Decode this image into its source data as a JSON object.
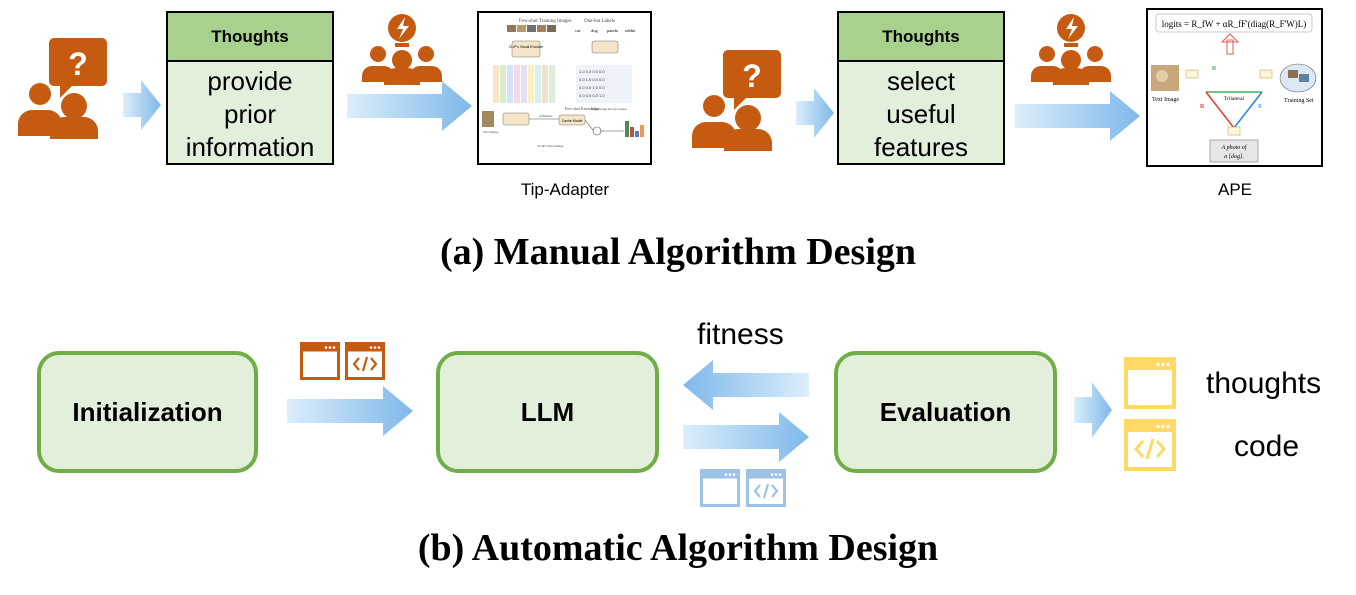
{
  "section_a": {
    "title": "(a) Manual Algorithm Design",
    "thought_box_1": {
      "header": "Thoughts",
      "body": "provide\nprior\ninformation"
    },
    "thought_box_2": {
      "header": "Thoughts",
      "body": "select\nuseful\nfeatures"
    },
    "paper_1": {
      "caption": "Tip-Adapter",
      "texts": [
        "Few-shot Training Images",
        "One-hot Labels",
        "cat",
        "dog",
        "panda",
        "rabbit",
        "CLIP's Visual Encoder",
        "Train",
        "Few-shot Knowledge",
        "Test Image",
        "Affinities",
        "Cache Model",
        "Knowledge Incorporation",
        "CLIP's Textual Encoder",
        "CLIP's Knowledge",
        "Classification"
      ]
    },
    "paper_2": {
      "caption": "APE",
      "formula": "logits = R_fW + αR_fF'(diag(R_F'W)L)",
      "texts": [
        "Text Image",
        "Training Set",
        "Trilateral",
        "A photo of",
        "a [dog]."
      ]
    }
  },
  "section_b": {
    "title": "(b) Automatic Algorithm Design",
    "boxes": {
      "initialization": "Initialization",
      "llm": "LLM",
      "evaluation": "Evaluation"
    },
    "fitness_label": "fitness",
    "legend": {
      "thoughts": "thoughts",
      "code": "code"
    }
  },
  "colors": {
    "person_orange": "#c55a11",
    "arrow_blue": "#9dc3e6",
    "box_green_border": "#70ad47",
    "box_green_fill": "#e2efda",
    "header_green": "#a9d18e",
    "doc_yellow": "#ffd966",
    "doc_blue": "#9dc3e6"
  },
  "icons": [
    "question-person-icon",
    "idea-group-icon",
    "thoughts-doc-icon",
    "code-doc-icon"
  ]
}
